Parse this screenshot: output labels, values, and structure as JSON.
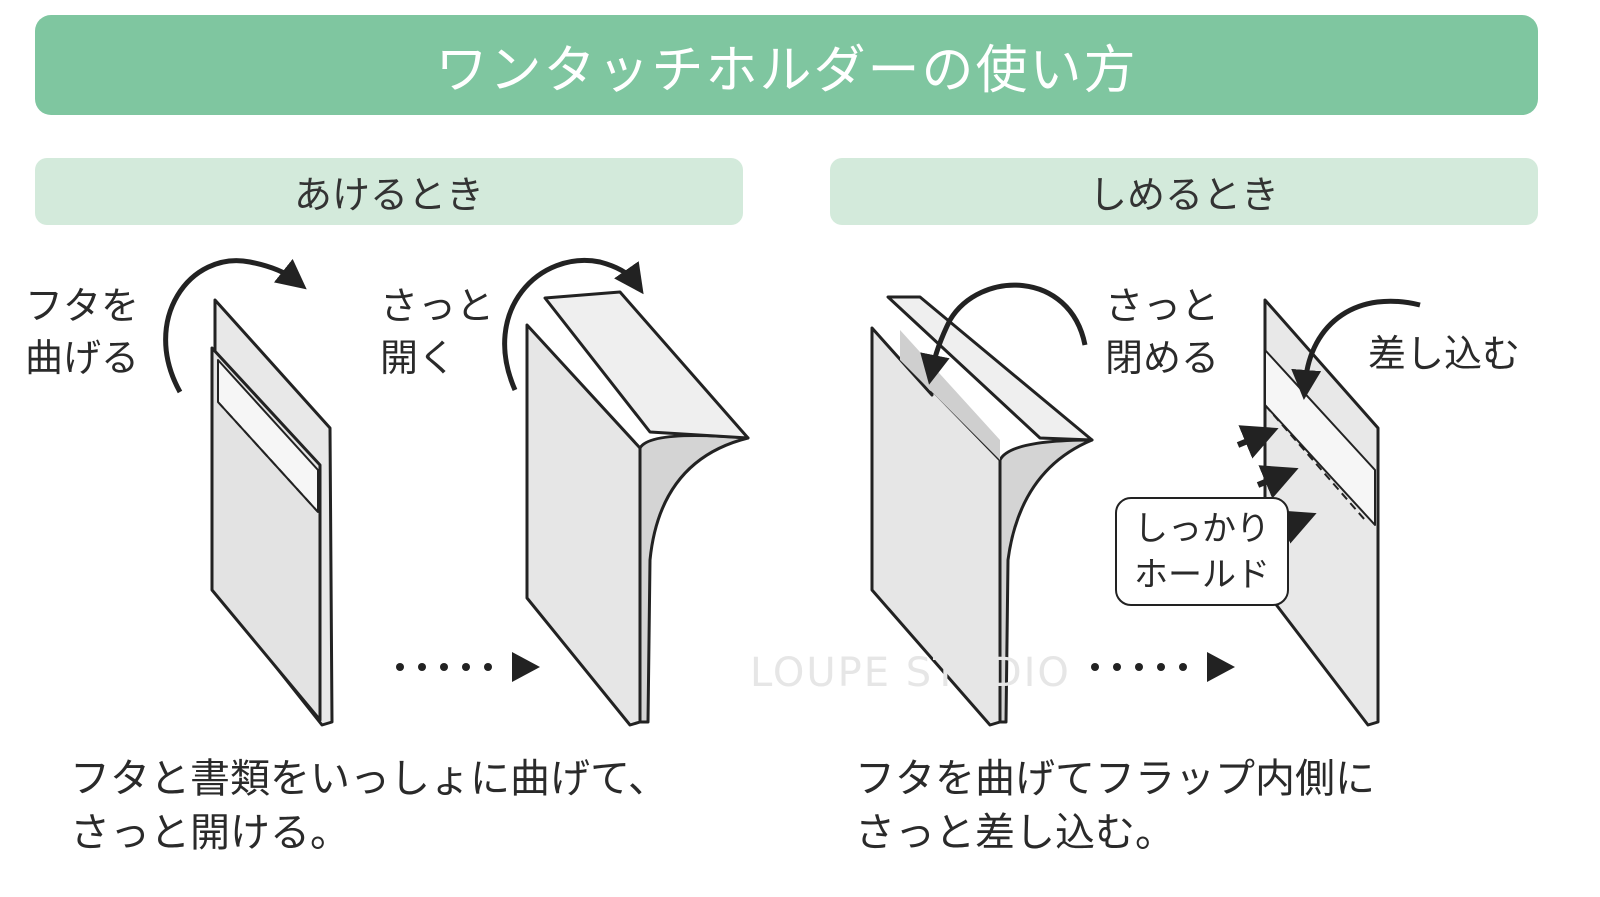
{
  "title": "ワンタッチホルダーの使い方",
  "sections": {
    "open": {
      "header": "あけるとき",
      "step1_label": "フタを\n曲げる",
      "step2_label": "さっと\n開く",
      "caption": [
        "フタと書類をいっしょに曲げて、",
        "さっと開ける。"
      ]
    },
    "close": {
      "header": "しめるとき",
      "step1_label": "さっと\n閉める",
      "step2_label": "差し込む",
      "bubble": [
        "しっかり",
        "ホールド"
      ],
      "caption": [
        "フタを曲げてフラップ内側に",
        "さっと差し込む。"
      ]
    }
  },
  "watermark": "LOUPE STUDIO",
  "colors": {
    "title_bg": "#7fc6a0",
    "header_bg": "#d3eadb",
    "line": "#222222",
    "panel": "#e6e6e6"
  }
}
